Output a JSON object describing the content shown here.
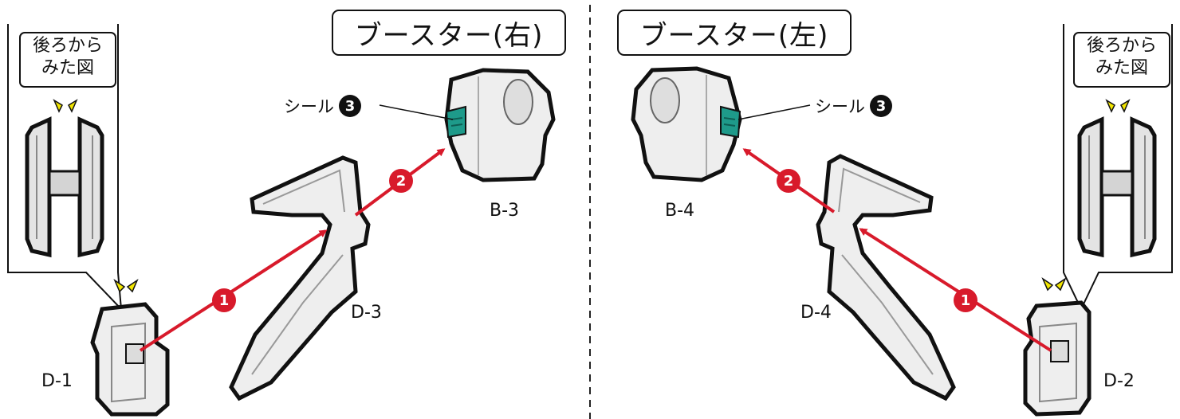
{
  "titles": {
    "right_booster": "ブースター(右)",
    "left_booster": "ブースター(左)"
  },
  "rear_view": {
    "left": [
      "後ろから",
      "みた図"
    ],
    "right": [
      "後ろから",
      "みた図"
    ]
  },
  "parts": {
    "d1": "D-1",
    "d2": "D-2",
    "d3": "D-3",
    "d4": "D-4",
    "b3": "B-3",
    "b4": "B-4"
  },
  "seal": {
    "label": "シール",
    "number": "3"
  },
  "steps": {
    "one": "1",
    "two": "2"
  },
  "colors": {
    "arrow": "#d81a2b",
    "part_fill": "#eeeeee",
    "seal": "#1e9a8a",
    "marker": "#f2e600"
  }
}
